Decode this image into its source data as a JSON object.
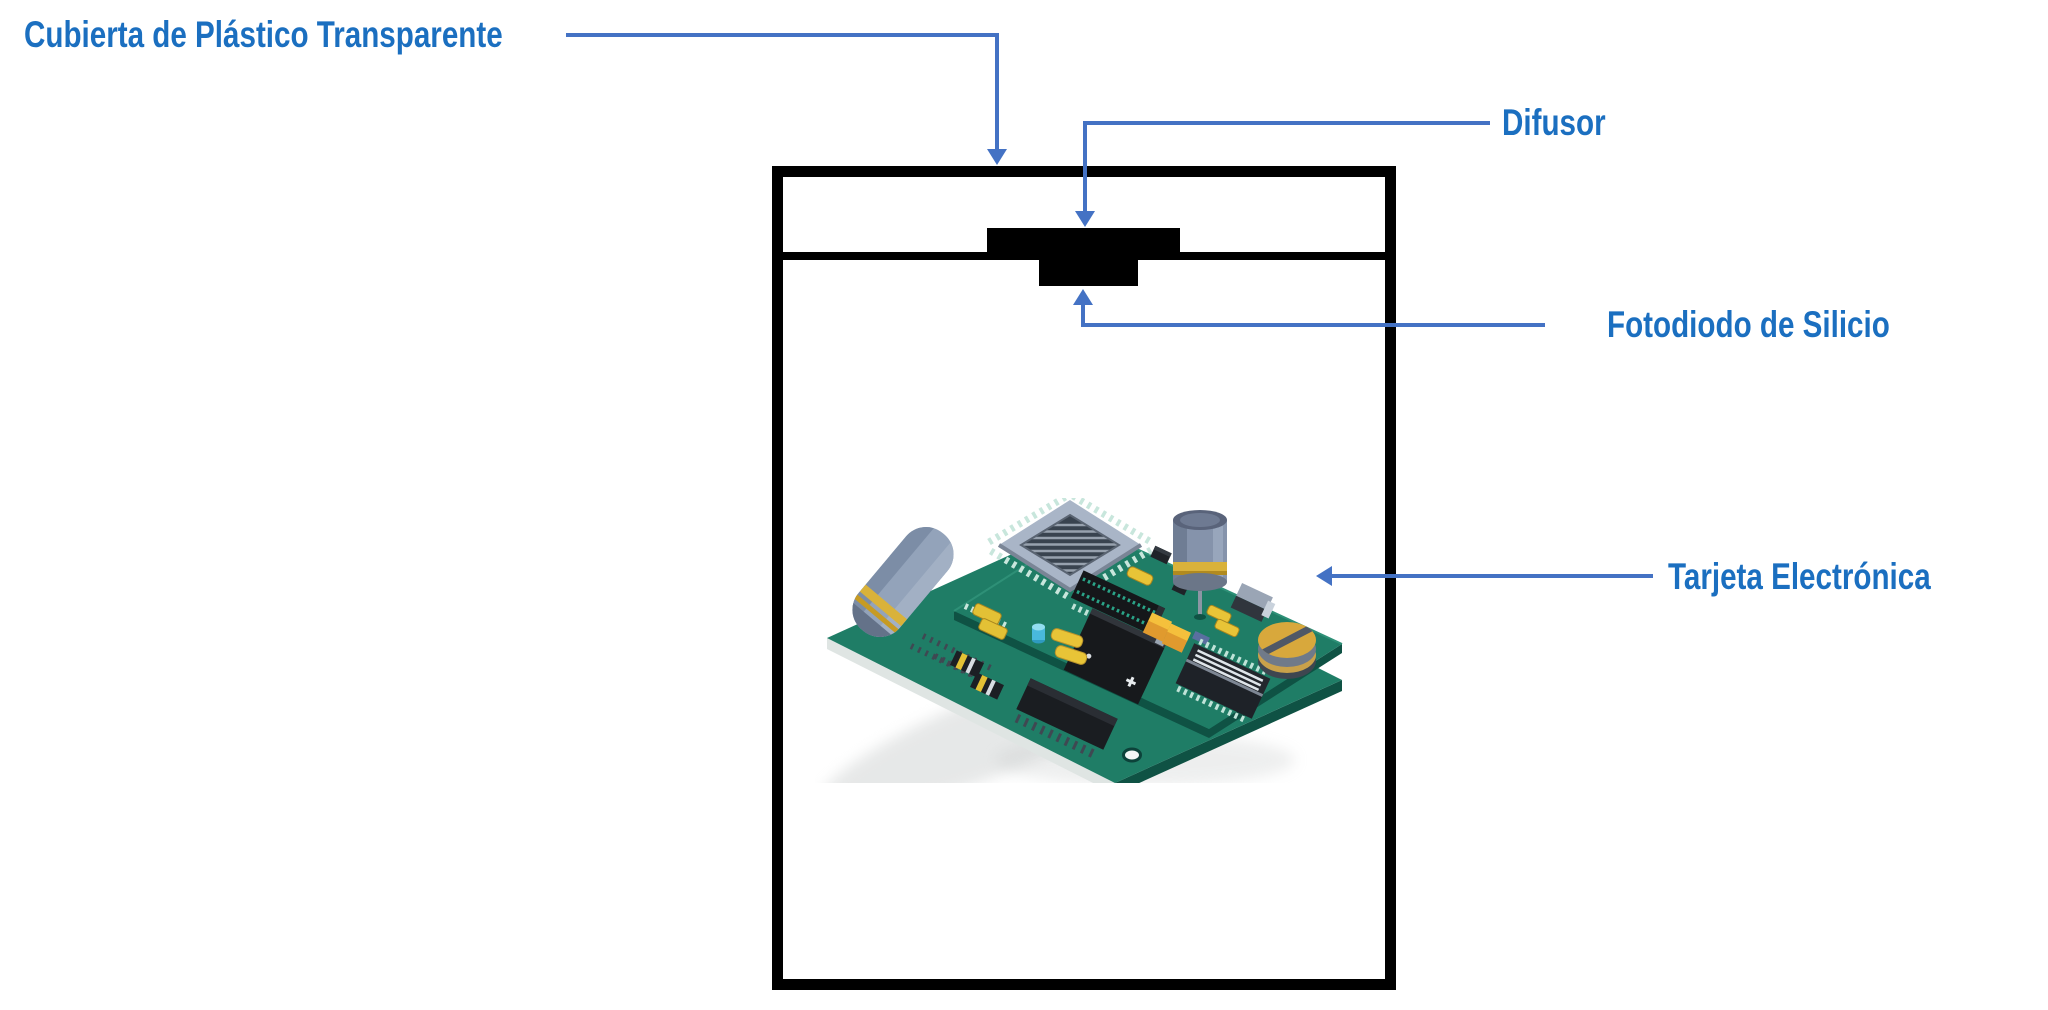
{
  "diagram": {
    "annotations": {
      "cover": {
        "label": "Cubierta de Plástico Transparente"
      },
      "diffuser": {
        "label": "Difusor"
      },
      "photodiode": {
        "label": "Fotodiodo de Silicio"
      },
      "board": {
        "label": "Tarjeta Electrónica"
      }
    },
    "icons": {
      "cover_pointer": "arrow-down",
      "diffuser_pointer": "arrow-down",
      "photodiode_pointer": "arrow-up",
      "board_pointer": "arrow-left"
    }
  },
  "theme": {
    "background_color": "#FFFFFF",
    "label_color": "#1B6FC0",
    "leader_color": "#4472C4",
    "outline_color": "#000000",
    "board_green": "#1F7D66",
    "board_edge": "#0F5244"
  }
}
